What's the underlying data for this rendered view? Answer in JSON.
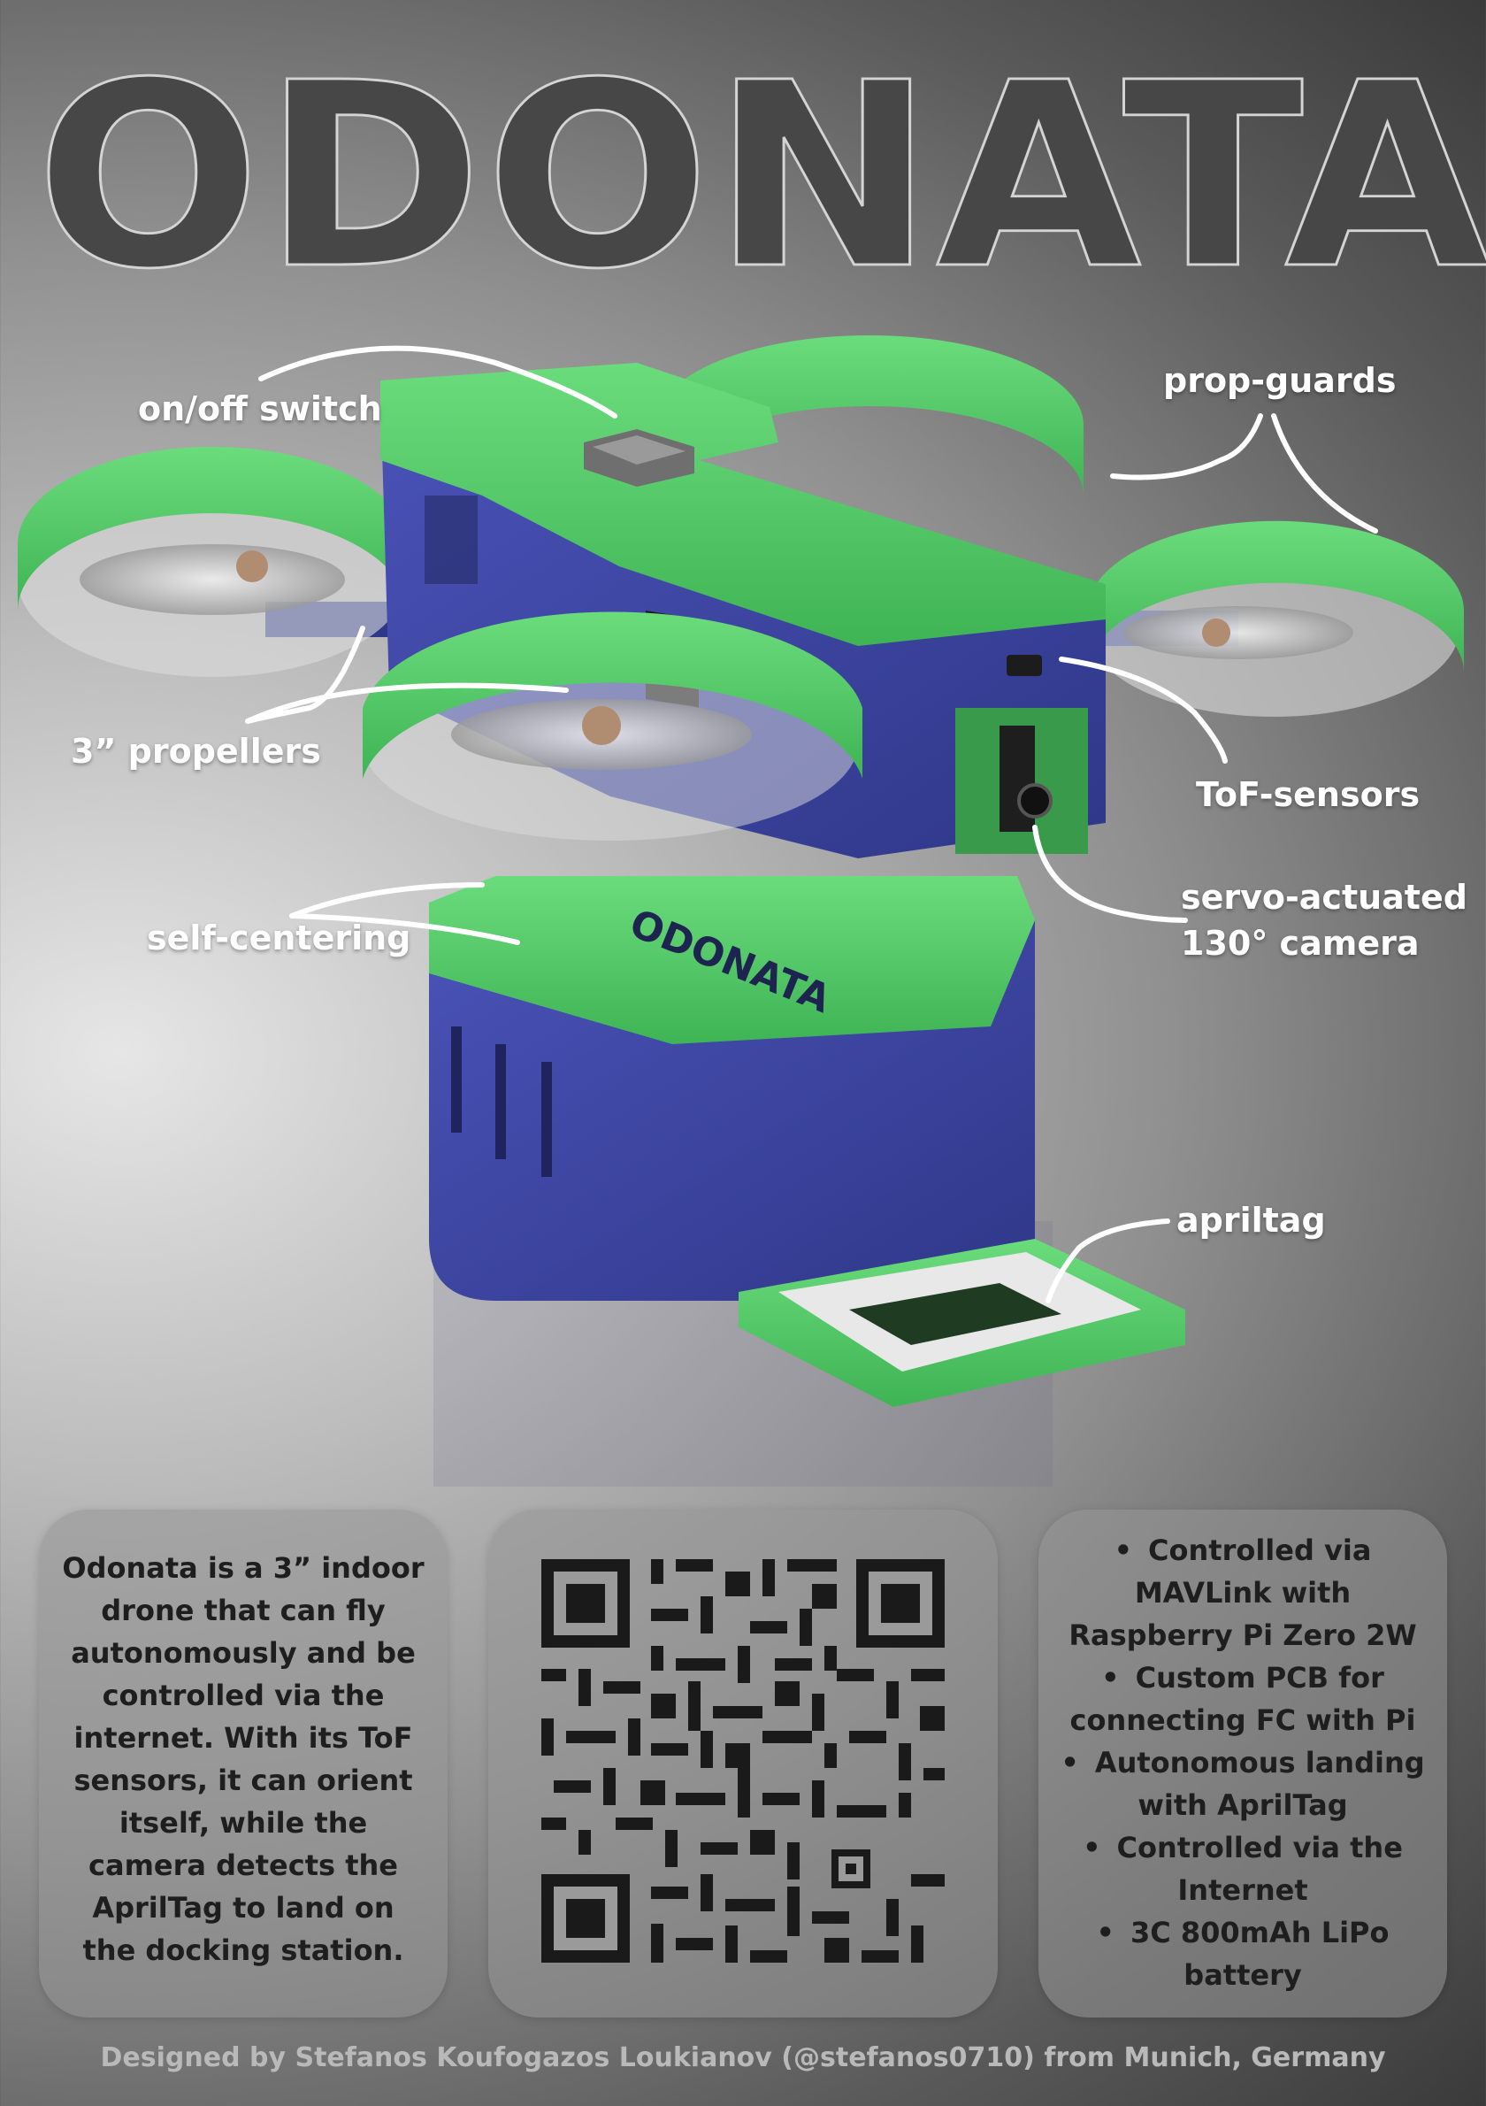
{
  "title": "ODONATA",
  "labels": {
    "on_off_switch": "on/off switch",
    "prop_guards": "prop-guards",
    "propellers": "3” propellers",
    "tof_sensors": "ToF-sensors",
    "self_centering": "self-centering",
    "camera_line1": "servo-actuated",
    "camera_line2": "130° camera",
    "apriltag": "apriltag",
    "dock_brand": "ODONATA"
  },
  "description": "Odonata is a 3” indoor drone that can fly autonomously and be controlled via the internet. With its ToF sensors, it can orient itself, while the camera detects the AprilTag to land  on the docking station.",
  "features": [
    "Controlled via MAVLink with Raspberry Pi Zero 2W",
    "Custom PCB for connecting FC with Pi",
    "Autonomous landing with AprilTag",
    "Controlled via the Internet",
    "3C 800mAh LiPo battery"
  ],
  "credit": "Designed by Stefanos Koufogazos Loukianov (@stefanos0710) from Munich, Germany",
  "colors": {
    "drone_green": "#4cc661",
    "drone_blue": "#3e46a6",
    "label_white": "#ffffff",
    "card_text": "#1e1e1e",
    "title_fill": "#474747"
  }
}
